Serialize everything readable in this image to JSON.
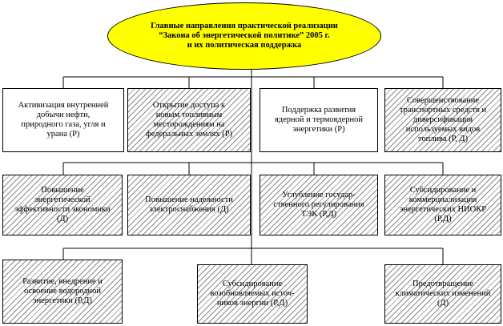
{
  "title": "Главные направления практической реализации\n“Закона об энергетической политике” 2005 г.\nи их политическая поддержка",
  "row1": [
    "Активизация внутренней\nдобычи нефти,\nприродного газа, угля и\nурана (Р)",
    "Открытие доступа к\nновым топливным\nместорождениям на\nфедеральных землях (Р)",
    "Поддержка развития\nядерной и термоядерной\nэнергетики (Р)",
    "Совершенствование\nтранспортных средств и\nдиверсификация\nиспользуемых видов\nтоплива (Р, Д)"
  ],
  "row2": [
    "Повышение\nэнергетической\nэффективности экономики\n(Д)",
    "Повышение надежности\nэлектроснабжения (Д)",
    "Углубление государ-\nственного регулирования\nТЭК (Р,Д)",
    "Субсидирование и\nкоммерциализация\nэнергетических НИОКР\n(Р,Д)"
  ],
  "row3": [
    "Развитие, внедрение и\nосвоение водородной\nэнергетики (Р,Д)",
    "Субсидирование\nвозобновляемых источ-\nников энергии (Р,Д)",
    "Предотвращение\nклиматических изменений\n(Д)"
  ]
}
